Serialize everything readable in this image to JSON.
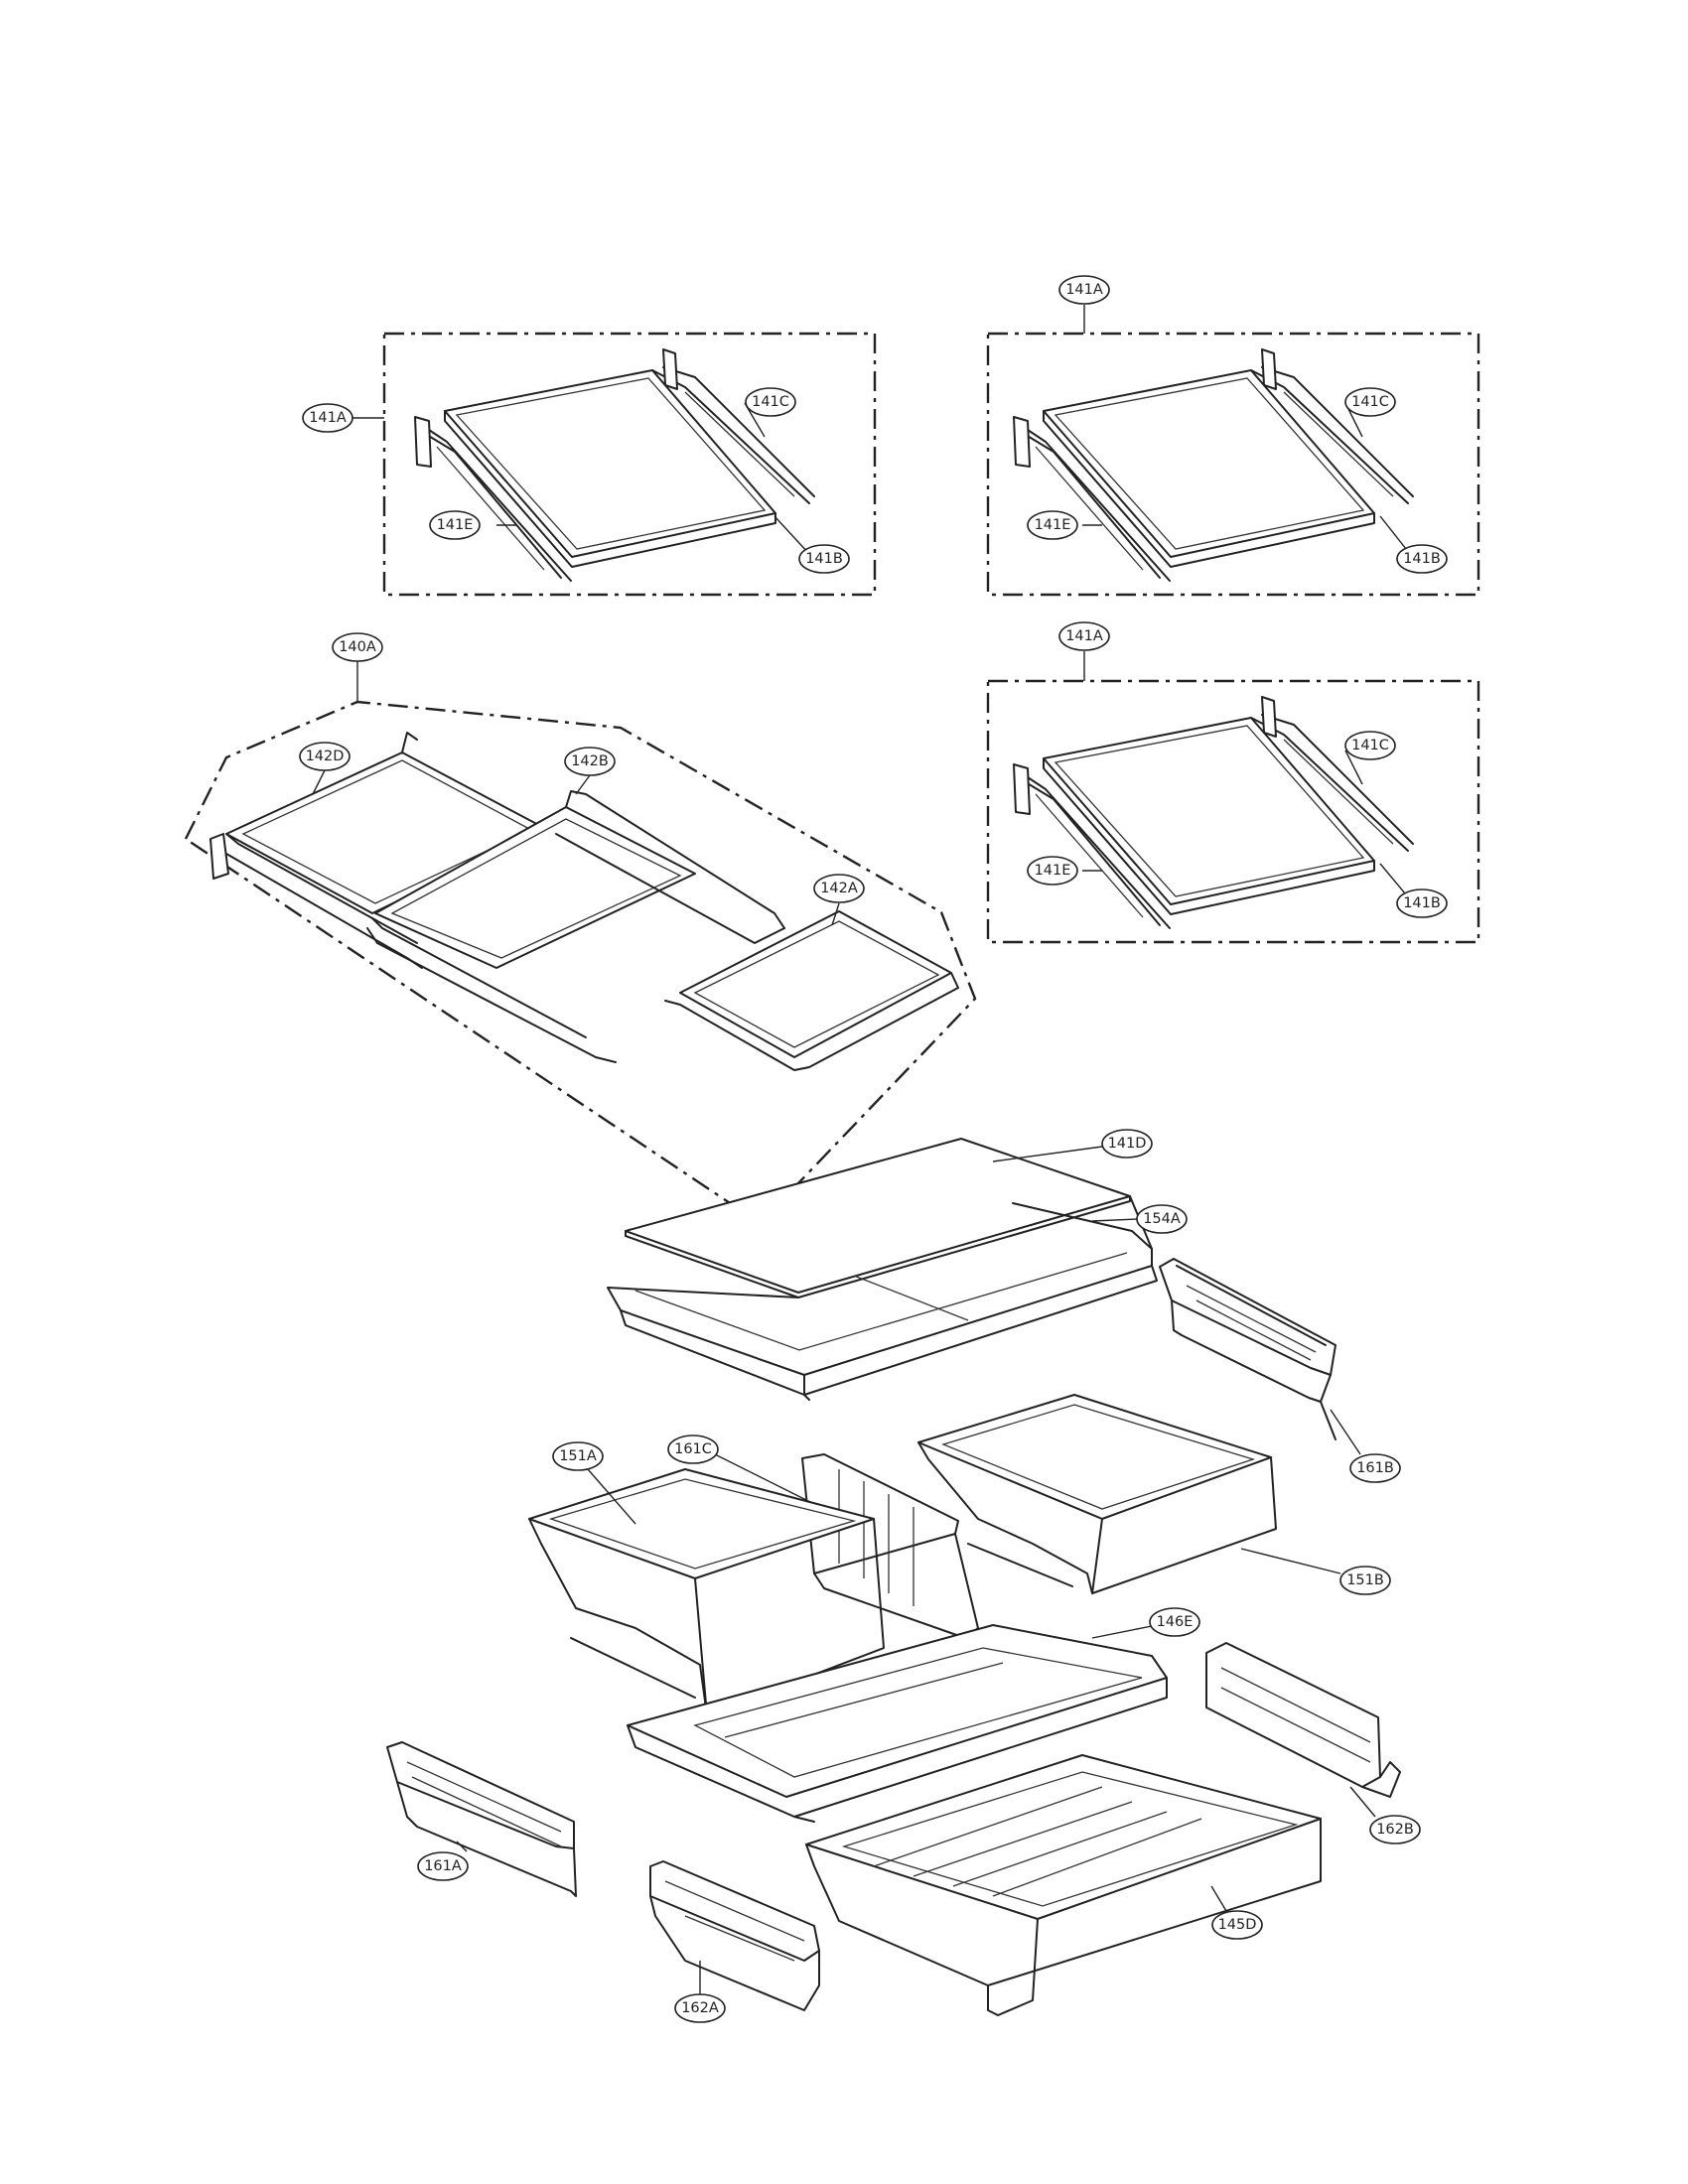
{
  "colors": {
    "line": "#222222",
    "background": "#ffffff"
  },
  "labels": {
    "a1_141A": "141A",
    "a1_141C": "141C",
    "a1_141E": "141E",
    "a1_141B": "141B",
    "a2_141A": "141A",
    "a2_141C": "141C",
    "a2_141E": "141E",
    "a2_141B": "141B",
    "a3_141A": "141A",
    "a3_141C": "141C",
    "a3_141E": "141E",
    "a3_141B": "141B",
    "b_140A": "140A",
    "b_142D": "142D",
    "b_142B": "142B",
    "b_142A": "142A",
    "c_141D": "141D",
    "c_154A": "154A",
    "c_161B": "161B",
    "c_151A": "151A",
    "c_161C": "161C",
    "c_151B": "151B",
    "c_146E": "146E",
    "c_161A": "161A",
    "c_162B": "162B",
    "c_145D": "145D",
    "c_162A": "162A"
  }
}
